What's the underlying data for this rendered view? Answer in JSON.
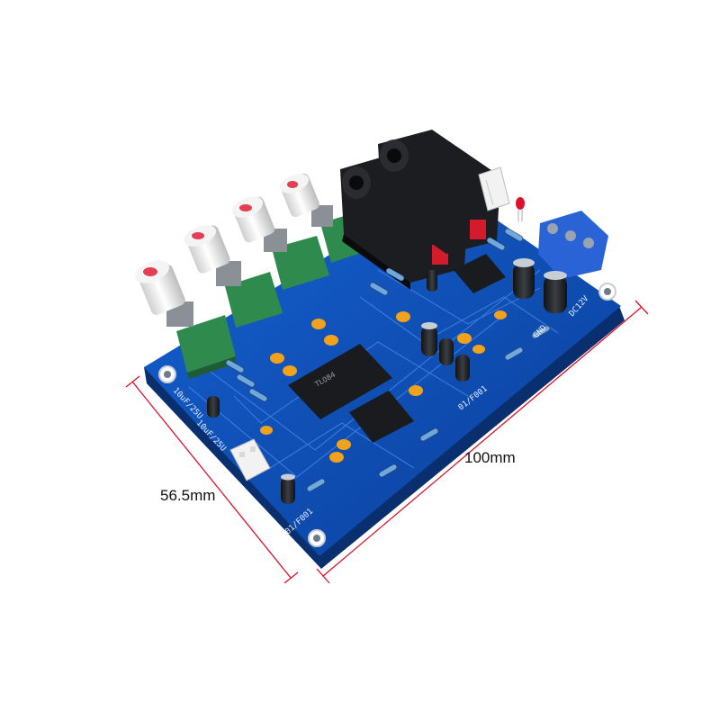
{
  "photo": {
    "subject": "pcb-board",
    "dimensions": {
      "width_label": "100mm",
      "height_label": "56.5mm"
    },
    "colors": {
      "board": "#0d4fb8",
      "dimension_line": "#e0102a",
      "potentiometer": "#2f8a4e",
      "knob": "#ececec",
      "capacitor_yellow": "#f2a21a",
      "terminal": "#2a63d6"
    },
    "silkscreen": {
      "cap_label_1": "10uF/25U",
      "cap_label_2": "10uF/25U",
      "bottom_label": "01/F001",
      "right_label": "01/F001",
      "corner_label": "DC12V",
      "gnd_label": "GND"
    }
  }
}
